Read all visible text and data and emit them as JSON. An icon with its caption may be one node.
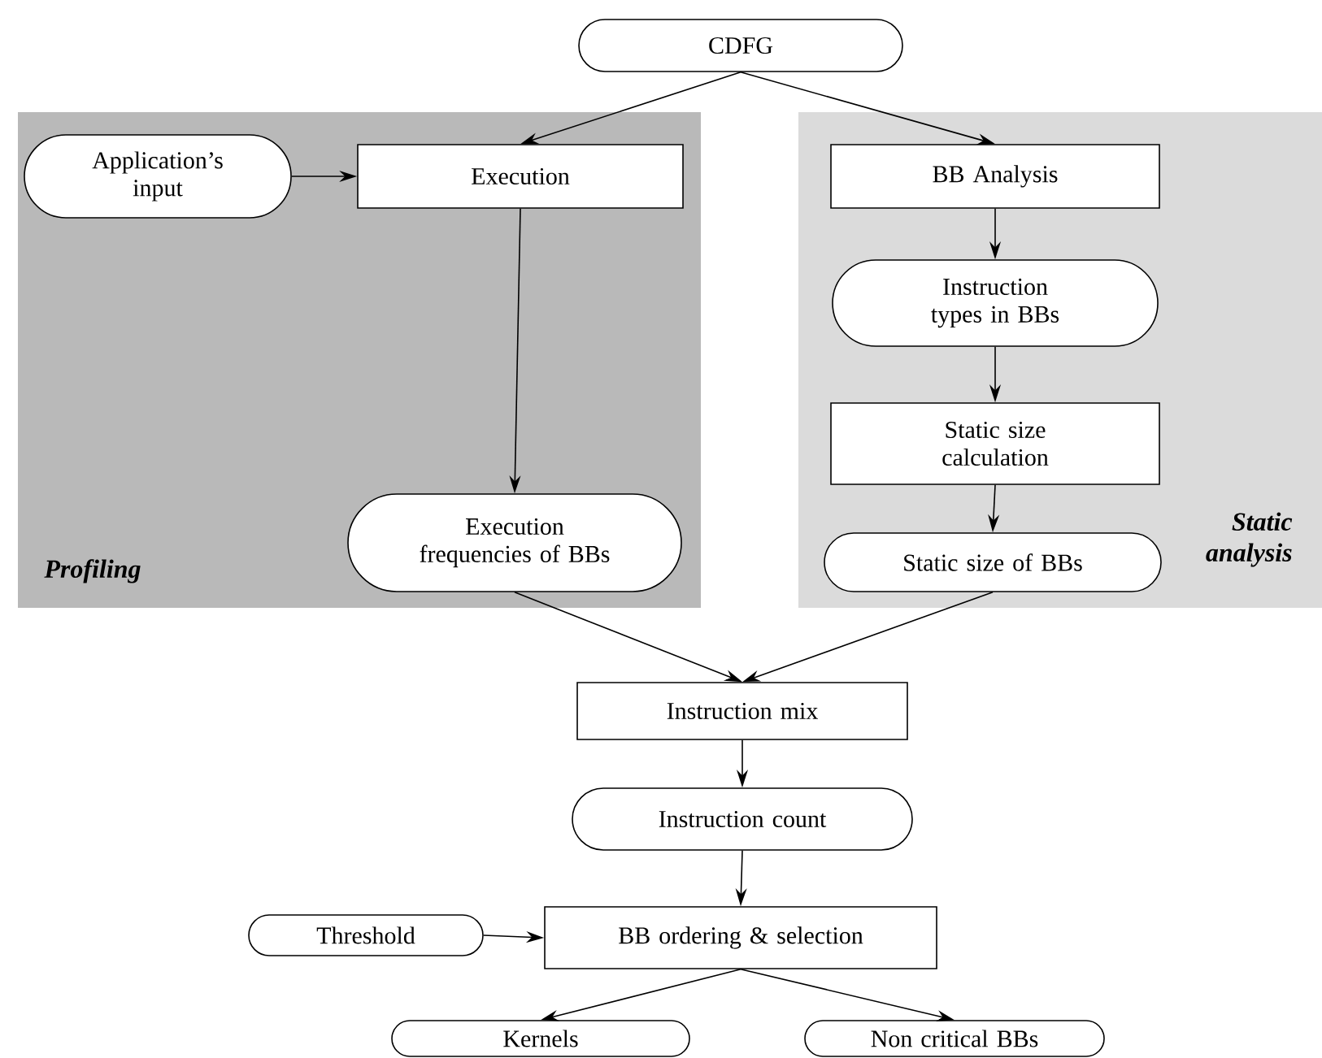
{
  "diagram": {
    "nodes": [
      {
        "text": [
          "Profiling"
        ]
      },
      {
        "text": [
          "Static analysis"
        ]
      },
      {
        "text": [
          "CDFG"
        ]
      },
      {
        "text": [
          "Application’s input"
        ],
        "in": 0
      },
      {
        "text": [
          "Execution"
        ],
        "in": 0
      },
      {
        "text": [
          "Execution frequencies of BBs"
        ],
        "in": 0
      },
      {
        "text": [
          "BB Analysis"
        ],
        "in": 1
      },
      {
        "text": [
          "Instruction types in BBs"
        ],
        "in": 1
      },
      {
        "text": [
          "Static size calculation"
        ],
        "in": 1
      },
      {
        "text": [
          "Static size of BBs"
        ],
        "in": 1
      },
      {
        "text": [
          "Instruction mix"
        ]
      },
      {
        "text": [
          "Instruction count"
        ]
      },
      {
        "text": [
          "Threshold"
        ]
      },
      {
        "text": [
          "BB ordering & selection"
        ]
      },
      {
        "text": [
          "Kernels"
        ]
      },
      {
        "text": [
          "Non critical BBs"
        ]
      }
    ],
    "edges": [
      {
        "from": 2,
        "to": 4,
        "arrow": "to"
      },
      {
        "from": 2,
        "to": 6,
        "arrow": "to"
      },
      {
        "from": 3,
        "to": 4,
        "arrow": "to"
      },
      {
        "from": 4,
        "to": 5,
        "arrow": "to"
      },
      {
        "from": 6,
        "to": 7,
        "arrow": "to"
      },
      {
        "from": 7,
        "to": 8,
        "arrow": "to"
      },
      {
        "from": 8,
        "to": 9,
        "arrow": "to"
      },
      {
        "from": 5,
        "to": 10,
        "arrow": "to"
      },
      {
        "from": 9,
        "to": 10,
        "arrow": "to"
      },
      {
        "from": 10,
        "to": 11,
        "arrow": "to"
      },
      {
        "from": 11,
        "to": 13,
        "arrow": "to"
      },
      {
        "from": 12,
        "to": 13,
        "arrow": "to"
      },
      {
        "from": 13,
        "to": 14,
        "arrow": "to"
      },
      {
        "from": 13,
        "to": 15,
        "arrow": "to"
      }
    ]
  }
}
